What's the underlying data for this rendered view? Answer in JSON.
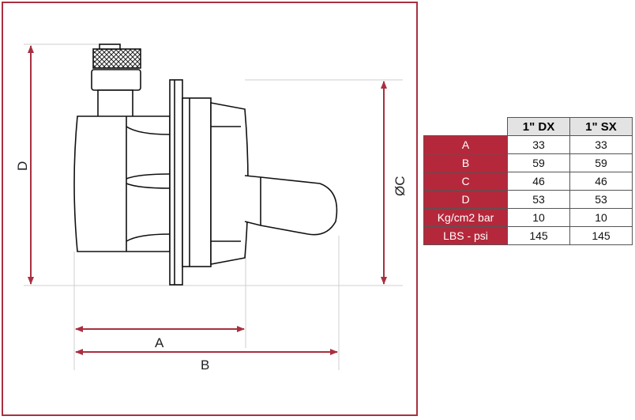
{
  "dimensions": {
    "a_label": "A",
    "b_label": "B",
    "c_label": "ØC",
    "d_label": "D"
  },
  "colors": {
    "accent": "#b5283b",
    "frame": "#a83040",
    "header_bg": "#e3e3e3",
    "dimension_line": "#a83040"
  },
  "table": {
    "headers": [
      "1\" DX",
      "1\" SX"
    ],
    "rows": [
      {
        "label": "A",
        "dx": "33",
        "sx": "33"
      },
      {
        "label": "B",
        "dx": "59",
        "sx": "59"
      },
      {
        "label": "C",
        "dx": "46",
        "sx": "46"
      },
      {
        "label": "D",
        "dx": "53",
        "sx": "53"
      },
      {
        "label": "Kg/cm2 bar",
        "dx": "10",
        "sx": "10"
      },
      {
        "label": "LBS - psi",
        "dx": "145",
        "sx": "145"
      }
    ]
  }
}
